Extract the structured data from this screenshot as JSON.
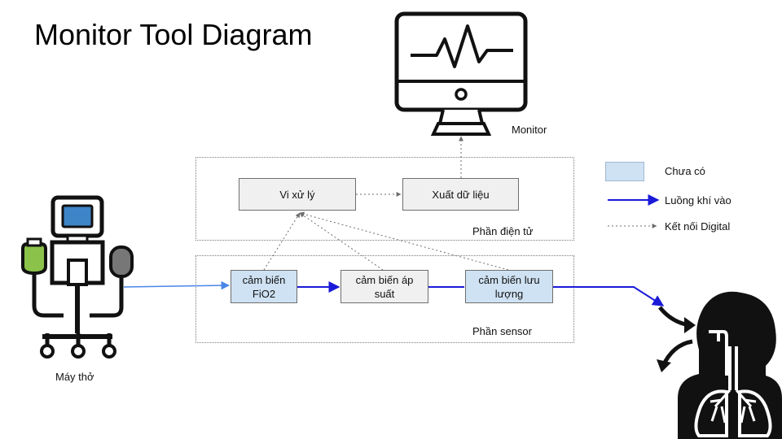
{
  "title": "Monitor Tool Diagram",
  "colors": {
    "missing_fill": "#cfe2f3",
    "normal_fill": "#f0f0f0",
    "airflow": "#1a1ad8",
    "airflow_light": "#4a86e8",
    "digital_link": "#6e6e6e",
    "ventilator_screen": "#3d85c6",
    "ventilator_bag": "#8bc34a",
    "ventilator_bellows": "#777777"
  },
  "groups": {
    "electronics_label": "Phần điện tử",
    "sensor_label": "Phần sensor"
  },
  "nodes": {
    "processor": {
      "label": "Vi xử lý",
      "status": "normal"
    },
    "data_output": {
      "label": "Xuất dữ liệu",
      "status": "normal"
    },
    "fio2_sensor": {
      "label": "cảm biến\nFiO2",
      "status": "missing"
    },
    "pressure_sensor": {
      "label": "cảm biến áp\nsuất",
      "status": "normal"
    },
    "flow_sensor": {
      "label": "cảm biến lưu\nlượng",
      "status": "missing"
    }
  },
  "devices": {
    "monitor": {
      "label": "Monitor",
      "icon": "monitor-icon"
    },
    "ventilator": {
      "label": "Máy thở",
      "icon": "ventilator-icon"
    },
    "patient": {
      "icon": "patient-lungs-icon"
    }
  },
  "legend": {
    "missing": "Chưa có",
    "airflow": "Luồng khí vào",
    "digital": "Kết nối Digital"
  },
  "edges": [
    {
      "from": "ventilator",
      "to": "fio2_sensor",
      "kind": "airflow"
    },
    {
      "from": "fio2_sensor",
      "to": "pressure_sensor",
      "kind": "airflow"
    },
    {
      "from": "pressure_sensor",
      "to": "flow_sensor",
      "kind": "airflow"
    },
    {
      "from": "flow_sensor",
      "to": "patient",
      "kind": "airflow"
    },
    {
      "from": "fio2_sensor",
      "to": "processor",
      "kind": "digital"
    },
    {
      "from": "pressure_sensor",
      "to": "processor",
      "kind": "digital"
    },
    {
      "from": "flow_sensor",
      "to": "processor",
      "kind": "digital"
    },
    {
      "from": "processor",
      "to": "data_output",
      "kind": "digital"
    },
    {
      "from": "data_output",
      "to": "monitor",
      "kind": "digital"
    }
  ]
}
